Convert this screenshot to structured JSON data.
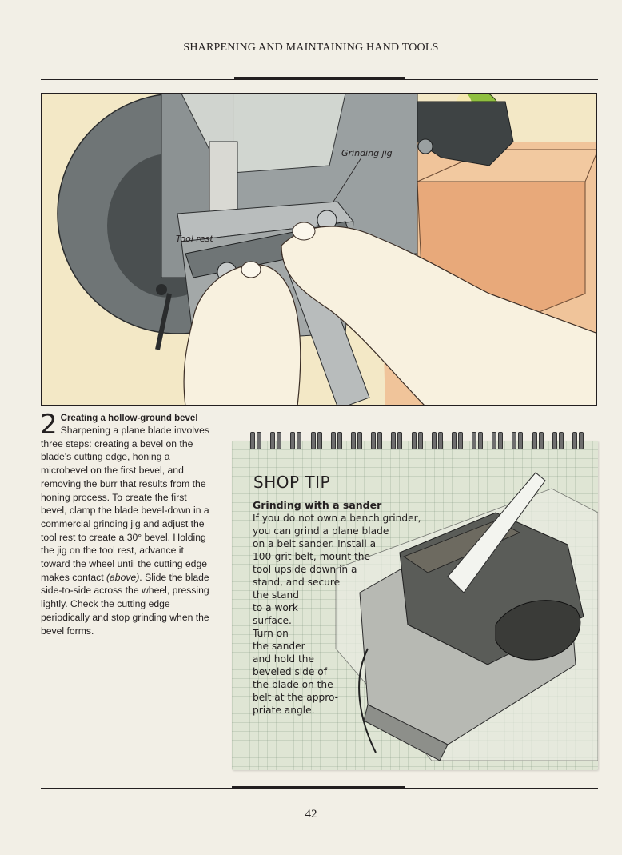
{
  "header": {
    "running_head": "SHARPENING AND MAINTAINING HAND TOOLS"
  },
  "figure": {
    "label_grinding_jig": "Grinding jig",
    "label_tool_rest": "Tool rest"
  },
  "step": {
    "number": "2",
    "title": "Creating a hollow-ground bevel",
    "body_1": "Sharpening a plane blade involves three steps: creating a bevel on the blade's cutting edge, honing a microbevel on the first bevel, and removing the burr that results from the honing process. To create the first bevel, clamp the blade bevel-down in a commercial grinding jig and adjust the tool rest to create a 30° bevel. Holding the jig on the tool rest, advance it toward the wheel until the cutting edge makes contact ",
    "body_italic": "(above)",
    "body_2": ". Slide the blade side-to-side across the wheel, pressing lightly. Check the cutting edge periodically and stop grinding when the bevel forms."
  },
  "shop_tip": {
    "heading": "SHOP TIP",
    "subheading": "Grinding with a sander",
    "lines": [
      "If you do not own a bench grinder,",
      "you can grind a plane blade",
      "on a belt sander. Install a",
      "100-grit belt, mount the",
      "tool upside down in a",
      "stand, and secure",
      "the stand",
      "to a work",
      "surface.",
      "Turn on",
      "the sander",
      "and hold the",
      "beveled side of",
      "the blade on the",
      "belt at the appro-",
      "priate angle."
    ]
  },
  "footer": {
    "page_number": "42"
  },
  "colors": {
    "page": "#f2efe6",
    "grinder_gray": "#7d8384",
    "wood": "#e8a97a",
    "wheel_green": "#8fbf3f",
    "tip_card": "#dfe5d4",
    "skin": "#f8f1df"
  }
}
